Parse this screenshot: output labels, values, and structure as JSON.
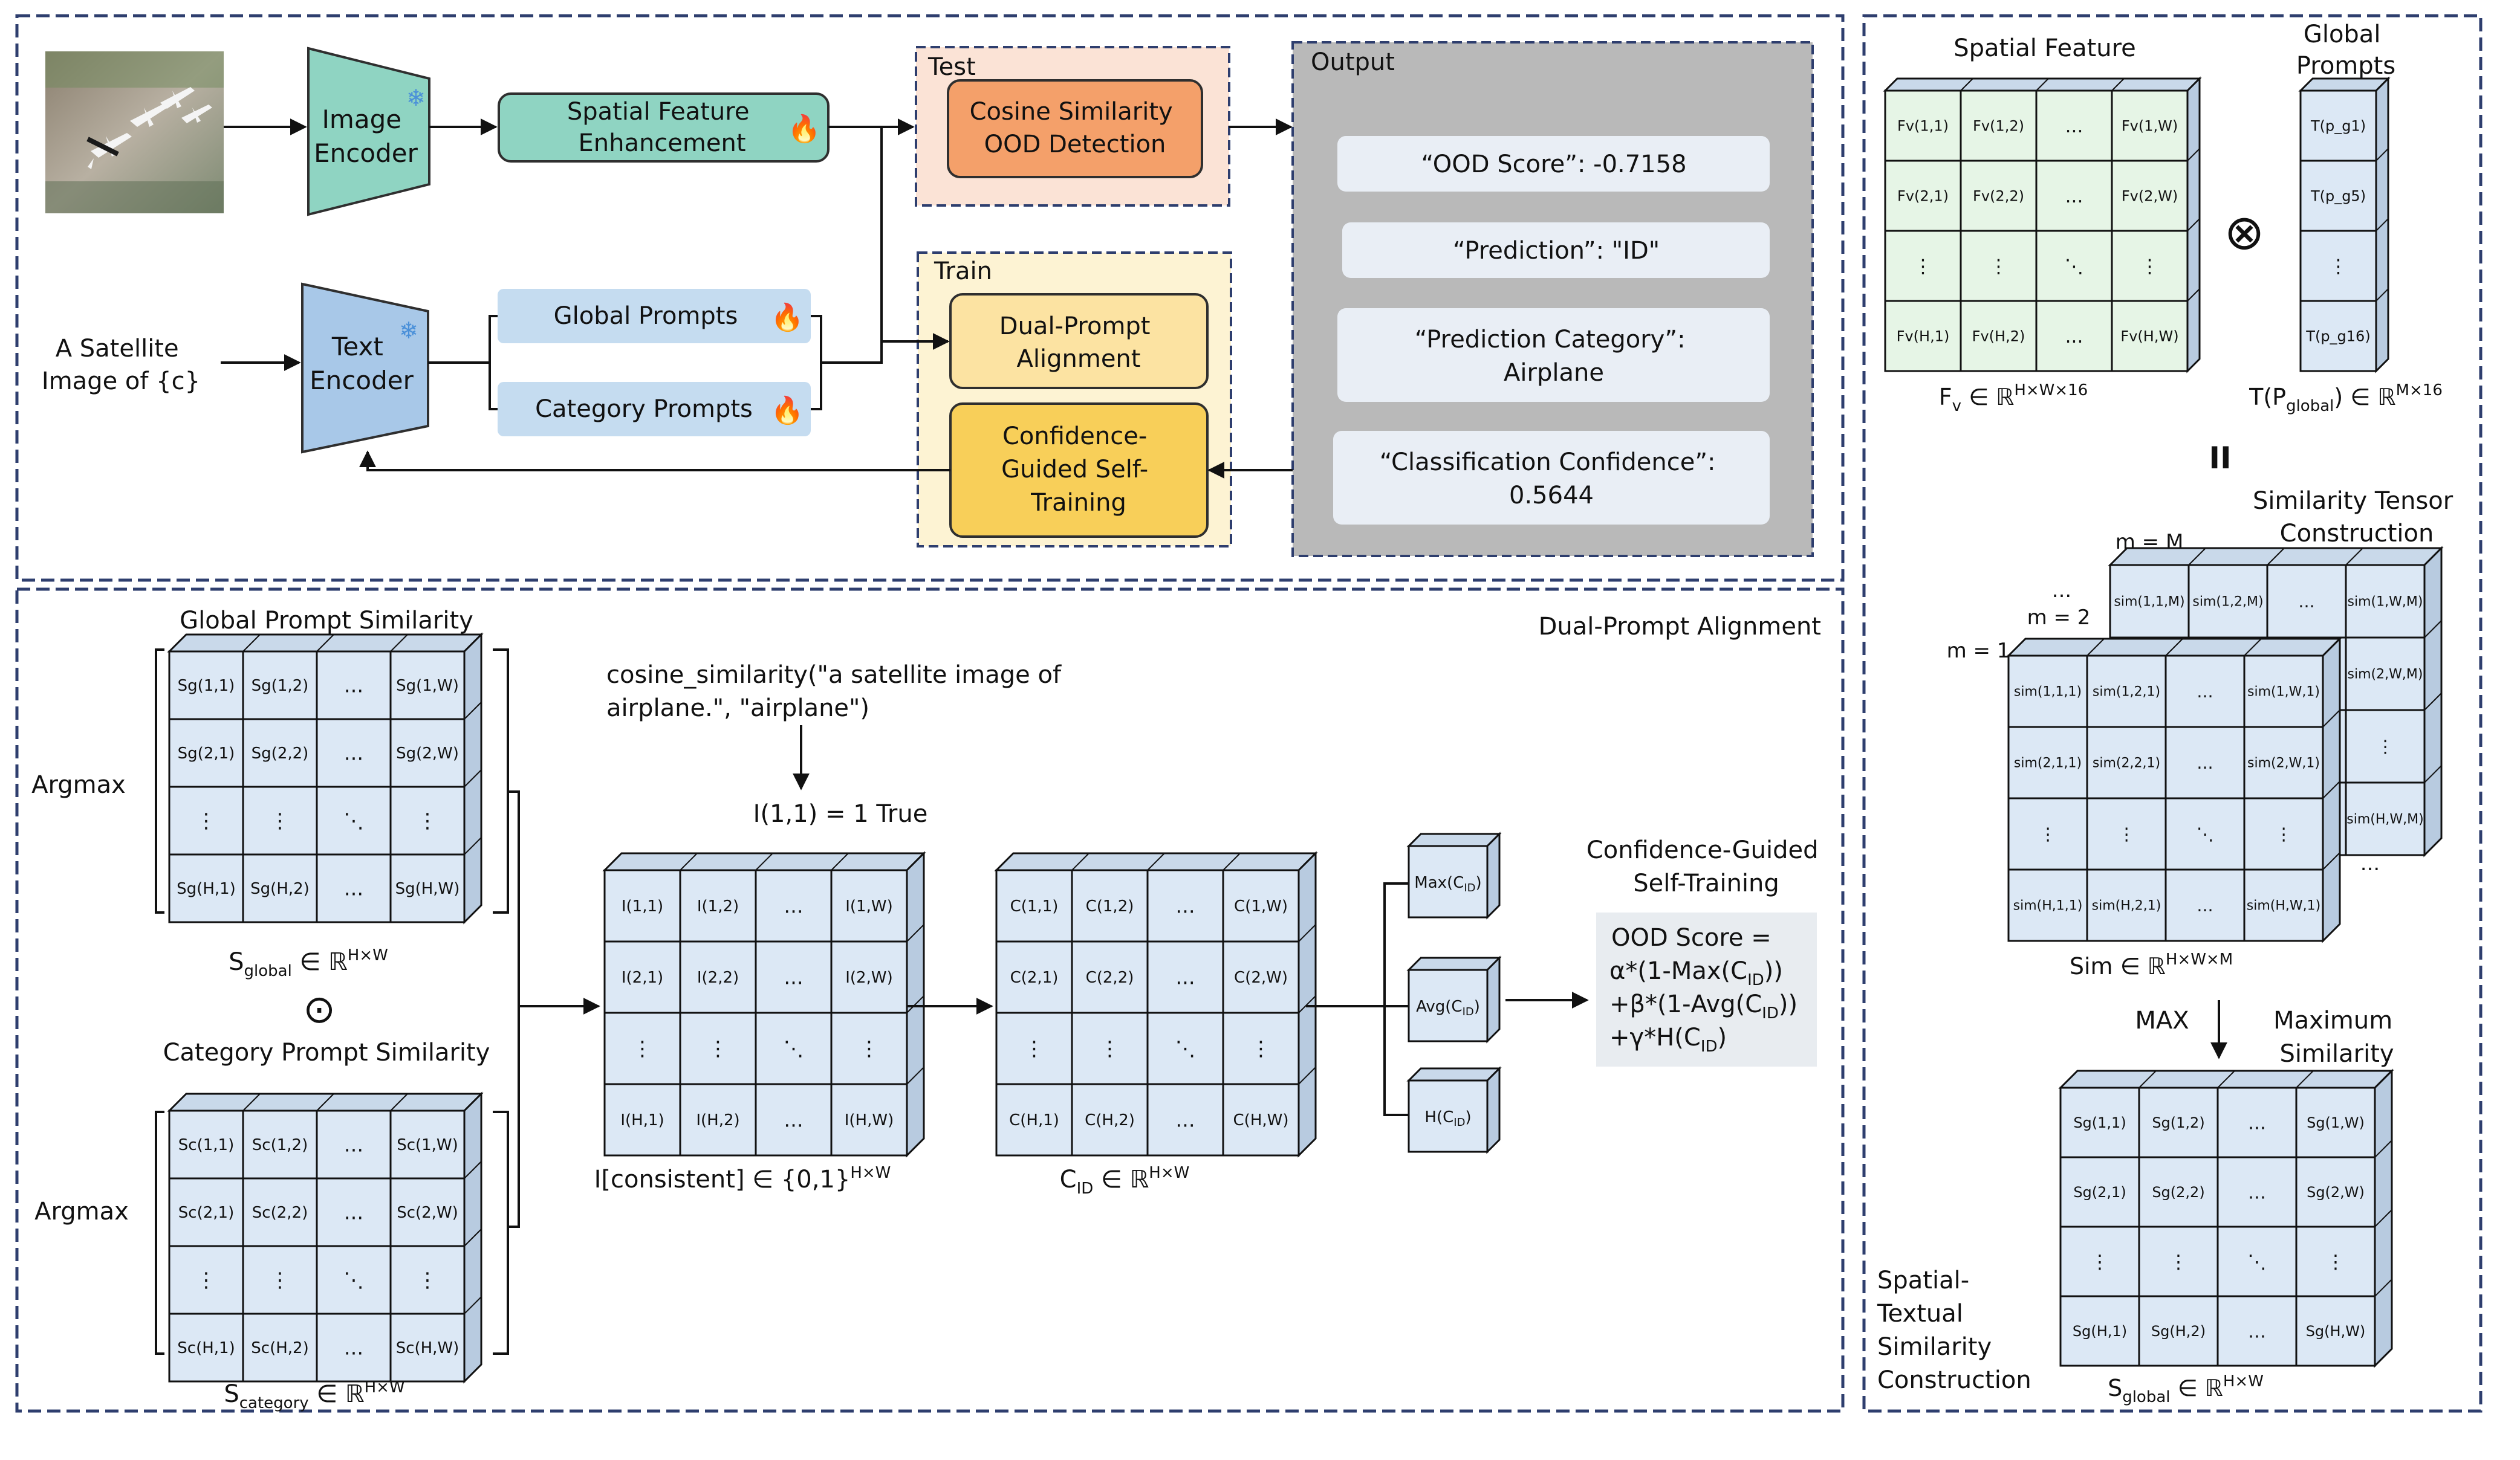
{
  "colors": {
    "teal": "#8fd4c2",
    "teal_dark": "#5aa996",
    "blue_encoder": "#a8c8e8",
    "prompt_box": "#c5dcf0",
    "test_bg": "#fbe3d6",
    "test_box": "#f4a06a",
    "train_bg": "#fdf3d3",
    "train_box1": "#fce3a2",
    "train_box2": "#f8cf59",
    "output_bg": "#b9b9b9",
    "output_item": "#e9eef5",
    "grid_blue": "#dce8f5",
    "grid_green": "#e6f5e6",
    "formula_bg": "#e8ecf0",
    "dash": "#2e3e6e",
    "flame": "#e8322c"
  },
  "pipeline": {
    "image_encoder": [
      "Image",
      "Encoder"
    ],
    "text_encoder": [
      "Text",
      "Encoder"
    ],
    "spatial_feature_enhancement": [
      "Spatial Feature",
      "Enhancement"
    ],
    "input_text": [
      "A Satellite",
      "Image of {c}"
    ],
    "global_prompts": "Global Prompts",
    "category_prompts": "Category Prompts",
    "test_label": "Test",
    "test_box": [
      "Cosine Similarity",
      "OOD Detection"
    ],
    "train_label": "Train",
    "train_box1": [
      "Dual-Prompt",
      "Alignment"
    ],
    "train_box2": [
      "Confidence-",
      "Guided Self-",
      "Training"
    ],
    "output_label": "Output",
    "output_items": [
      [
        "“OOD Score”: -0.7158"
      ],
      [
        "“Prediction”: \"ID\""
      ],
      [
        "“Prediction Category”:",
        "Airplane"
      ],
      [
        "“Classification Confidence”:",
        "0.5644"
      ]
    ]
  },
  "dual_prompt": {
    "section_label": "Dual-Prompt Alignment",
    "global_title": "Global Prompt Similarity",
    "category_title": "Category Prompt Similarity",
    "argmax": "Argmax",
    "global_cells": [
      [
        "Sg(1,1)",
        "Sg(1,2)",
        "...",
        "Sg(1,W)"
      ],
      [
        "Sg(2,1)",
        "Sg(2,2)",
        "...",
        "Sg(2,W)"
      ],
      [
        "⋮",
        "⋮",
        "⋱",
        "⋮"
      ],
      [
        "Sg(H,1)",
        "Sg(H,2)",
        "...",
        "Sg(H,W)"
      ]
    ],
    "category_cells": [
      [
        "Sc(1,1)",
        "Sc(1,2)",
        "...",
        "Sc(1,W)"
      ],
      [
        "Sc(2,1)",
        "Sc(2,2)",
        "...",
        "Sc(2,W)"
      ],
      [
        "⋮",
        "⋮",
        "⋱",
        "⋮"
      ],
      [
        "Sc(H,1)",
        "Sc(H,2)",
        "...",
        "Sc(H,W)"
      ]
    ],
    "s_global_caption": {
      "main": "S",
      "sub": "global",
      "rest": " ∈ ℝ",
      "sup": "H×W"
    },
    "s_category_caption": {
      "main": "S",
      "sub": "category",
      "rest": " ∈ ℝ",
      "sup": "H×W"
    },
    "odot": "⊙",
    "cosine_text": [
      "cosine_similarity(\"a satellite image of",
      "airplane.\", \"airplane\")"
    ],
    "i11_text": "I(1,1) = 1 True",
    "i_cells": [
      [
        "I(1,1)",
        "I(1,2)",
        "...",
        "I(1,W)"
      ],
      [
        "I(2,1)",
        "I(2,2)",
        "...",
        "I(2,W)"
      ],
      [
        "⋮",
        "⋮",
        "⋱",
        "⋮"
      ],
      [
        "I(H,1)",
        "I(H,2)",
        "...",
        "I(H,W)"
      ]
    ],
    "i_caption": {
      "main": "I[consistent] ∈ {0,1}",
      "sup": "H×W"
    },
    "c_cells": [
      [
        "C(1,1)",
        "C(1,2)",
        "...",
        "C(1,W)"
      ],
      [
        "C(2,1)",
        "C(2,2)",
        "...",
        "C(2,W)"
      ],
      [
        "⋮",
        "⋮",
        "⋱",
        "⋮"
      ],
      [
        "C(H,1)",
        "C(H,2)",
        "...",
        "C(H,W)"
      ]
    ],
    "c_caption": {
      "main": "C",
      "sub": "ID",
      "rest": " ∈ ℝ",
      "sup": "H×W"
    },
    "stats": [
      "Max(C",
      "Avg(C",
      "H(C"
    ],
    "stats_sub": "ID",
    "cgst_title": [
      "Confidence-Guided",
      "Self-Training"
    ],
    "formula": [
      "OOD Score =",
      "α*(1-Max(C",
      "+β*(1-Avg(C",
      "+γ*H(C"
    ],
    "formula_sub": "ID"
  },
  "right_panel": {
    "spatial_feature_title": "Spatial Feature",
    "global_prompts_title": [
      "Global",
      "Prompts"
    ],
    "fv_cells": [
      [
        "Fv(1,1)",
        "Fv(1,2)",
        "...",
        "Fv(1,W)"
      ],
      [
        "Fv(2,1)",
        "Fv(2,2)",
        "...",
        "Fv(2,W)"
      ],
      [
        "⋮",
        "⋮",
        "⋱",
        "⋮"
      ],
      [
        "Fv(H,1)",
        "Fv(H,2)",
        "...",
        "Fv(H,W)"
      ]
    ],
    "tp_cells": [
      "T(p_g1)",
      "T(p_g5)",
      "⋮",
      "T(p_g16)"
    ],
    "otimes": "⊗",
    "fv_caption": {
      "main": "F",
      "sub": "v",
      "rest": " ∈ ℝ",
      "sup": "H×W×16"
    },
    "tp_caption": {
      "main": "T(P",
      "sub": "global",
      "rest": ") ∈ ℝ",
      "sup": "M×16"
    },
    "equals": "II",
    "stc_title": [
      "Similarity Tensor",
      "Construction"
    ],
    "m_labels": [
      "m = M",
      "m = 2",
      "m = 1"
    ],
    "dots": "...",
    "sim_back_cells": [
      [
        "sim(1,1,M)",
        "sim(1,2,M)",
        "...",
        "sim(1,W,M)"
      ],
      [
        "",
        "",
        "",
        "sim(2,W,M)"
      ],
      [
        "",
        "",
        "",
        "⋮"
      ],
      [
        "",
        "",
        "",
        "sim(H,W,M)"
      ]
    ],
    "sim_front_cells": [
      [
        "sim(1,1,1)",
        "sim(1,2,1)",
        "...",
        "sim(1,W,1)"
      ],
      [
        "sim(2,1,1)",
        "sim(2,2,1)",
        "...",
        "sim(2,W,1)"
      ],
      [
        "⋮",
        "⋮",
        "⋱",
        "⋮"
      ],
      [
        "sim(H,1,1)",
        "sim(H,2,1)",
        "...",
        "sim(H,W,1)"
      ]
    ],
    "sim_caption": {
      "main": "Sim ∈ ℝ",
      "sup": "H×W×M"
    },
    "max_label": "MAX",
    "max_sim_label": [
      "Maximum",
      "Similarity"
    ],
    "sg_cells": [
      [
        "Sg(1,1)",
        "Sg(1,2)",
        "...",
        "Sg(1,W)"
      ],
      [
        "Sg(2,1)",
        "Sg(2,2)",
        "...",
        "Sg(2,W)"
      ],
      [
        "⋮",
        "⋮",
        "⋱",
        "⋮"
      ],
      [
        "Sg(H,1)",
        "Sg(H,2)",
        "...",
        "Sg(H,W)"
      ]
    ],
    "sg_caption": {
      "main": "S",
      "sub": "global",
      "rest": " ∈ ℝ",
      "sup": "H×W"
    },
    "stsc_label": [
      "Spatial-",
      "Textual",
      "Similarity",
      "Construction"
    ]
  }
}
